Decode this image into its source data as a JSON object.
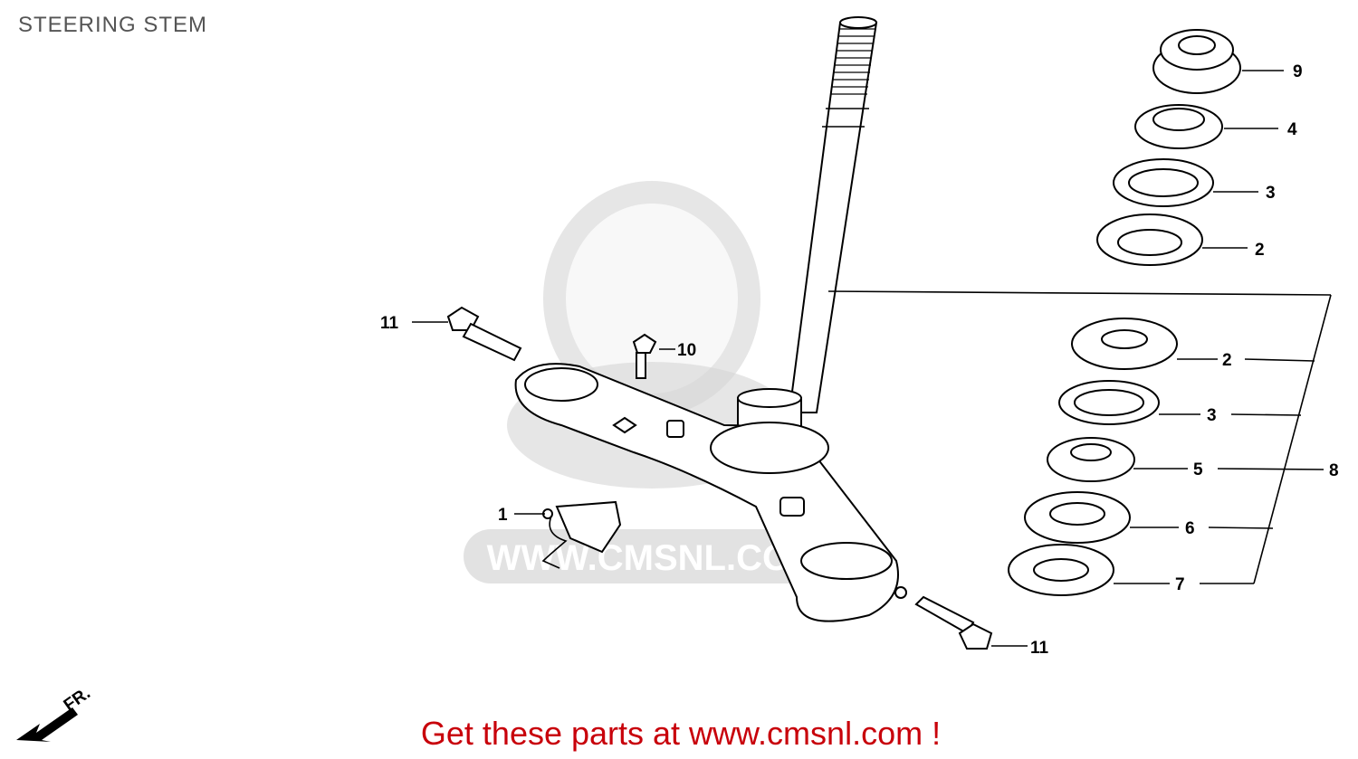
{
  "title": "STEERING STEM",
  "promo_text": "Get these parts at www.cmsnl.com !",
  "watermark_text": "WWW.CMSNL.COM",
  "direction_label": "FR.",
  "callouts": {
    "c1": "1",
    "c2a": "2",
    "c2b": "2",
    "c3a": "3",
    "c3b": "3",
    "c4": "4",
    "c5": "5",
    "c6": "6",
    "c7": "7",
    "c8": "8",
    "c9": "9",
    "c10": "10",
    "c11a": "11",
    "c11b": "11"
  },
  "colors": {
    "promo": "#c8000a",
    "title": "#555555",
    "watermark": "#d6d6d6"
  }
}
